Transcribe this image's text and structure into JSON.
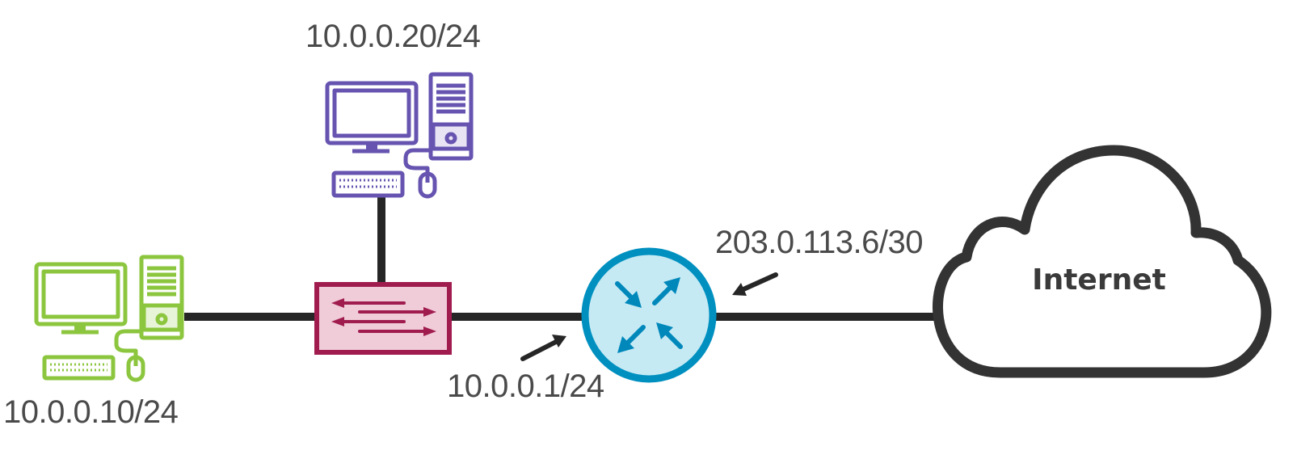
{
  "colors": {
    "link": "#262626",
    "pc_green": "#8cc63f",
    "pc_green_fill": "#e8f4d8",
    "pc_purple": "#6654b0",
    "pc_purple_fill": "#e8e4f4",
    "switch_border": "#a01c4e",
    "switch_fill": "#f0ccd8",
    "router_border": "#0090c0",
    "router_fill": "#c6eaf4",
    "router_arrows": "#0088bb",
    "cloud": "#333333",
    "text": "#4a4a4a"
  },
  "nodes": {
    "pc_left": {
      "icon": "desktop-computer-icon",
      "ip": "10.0.0.10/24"
    },
    "pc_top": {
      "icon": "desktop-computer-icon",
      "ip": "10.0.0.20/24"
    },
    "switch": {
      "icon": "switch-icon"
    },
    "router": {
      "icon": "router-icon",
      "lan_ip": "10.0.0.1/24",
      "wan_ip": "203.0.113.6/30"
    },
    "internet": {
      "icon": "cloud-icon",
      "label": "Internet"
    }
  }
}
